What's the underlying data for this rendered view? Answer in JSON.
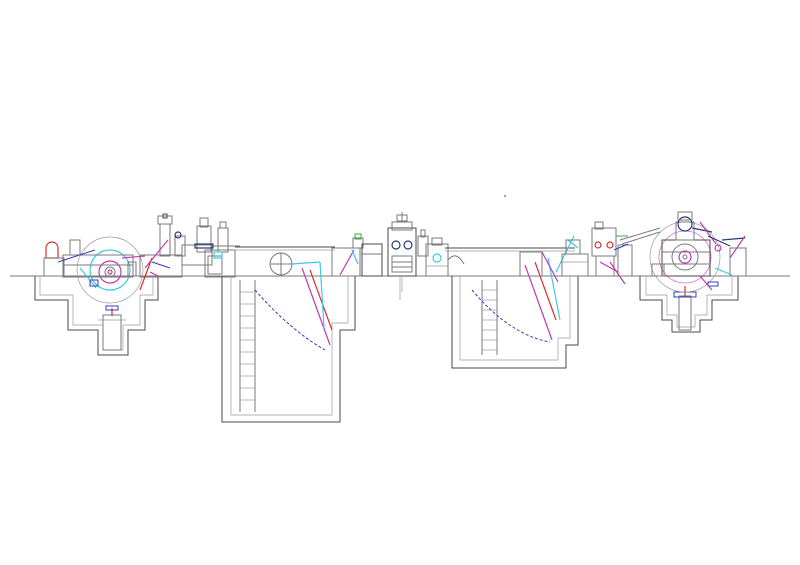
{
  "colors": {
    "background": "#ffffff",
    "outline": "#7a7a7a",
    "blue": "#2f3fbf",
    "cyan": "#3fc8e8",
    "magenta": "#c23ab0",
    "red": "#d83030"
  },
  "icons": [
    "uncoiler",
    "entry-pit",
    "slitter-head",
    "exit-pit",
    "recoiler"
  ]
}
